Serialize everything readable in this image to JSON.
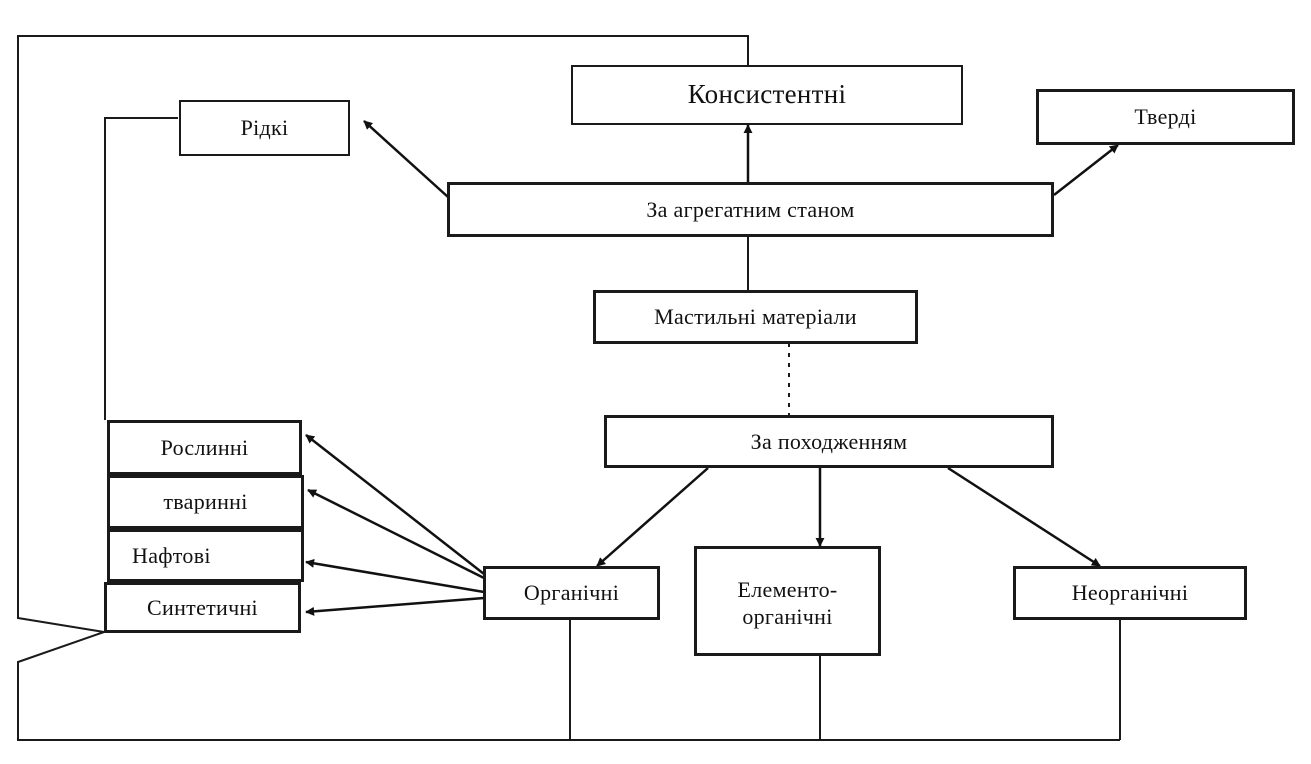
{
  "diagram": {
    "root": "Мастильні матеріали",
    "by_state": {
      "label": "За агрегатним станом",
      "children": [
        "Рідкі",
        "Консистентні",
        "Тверді"
      ]
    },
    "by_origin": {
      "label": "За походженням",
      "children": {
        "organic": "Органічні",
        "elemento_organic": [
          "Елементо-",
          "органічні"
        ],
        "inorganic": "Неорганічні"
      },
      "organic_types": [
        "Рослинні",
        "тваринні",
        "Нафтові",
        "Синтетичні"
      ]
    }
  }
}
